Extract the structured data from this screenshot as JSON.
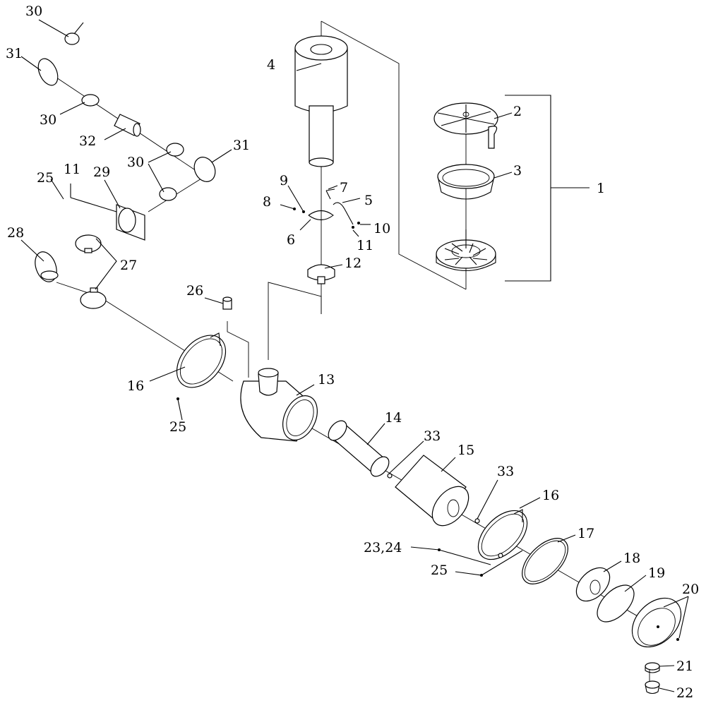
{
  "callouts": {
    "c1": "1",
    "c2": "2",
    "c3": "3",
    "c4": "4",
    "c5": "5",
    "c6": "6",
    "c7": "7",
    "c8": "8",
    "c9": "9",
    "c10": "10",
    "c11a": "11",
    "c11b": "11",
    "c12": "12",
    "c13": "13",
    "c14": "14",
    "c15": "15",
    "c16a": "16",
    "c16b": "16",
    "c17": "17",
    "c18": "18",
    "c19": "19",
    "c20": "20",
    "c21": "21",
    "c22": "22",
    "c2324": "23,24",
    "c25a": "25",
    "c25b": "25",
    "c26": "26",
    "c27": "27",
    "c28": "28",
    "c29": "29",
    "c30a": "30",
    "c30b": "30",
    "c30c": "30",
    "c31a": "31",
    "c31b": "31",
    "c32": "32",
    "c33a": "33",
    "c33b": "33"
  },
  "colors": {
    "ink": "#000000",
    "paper": "#ffffff"
  }
}
